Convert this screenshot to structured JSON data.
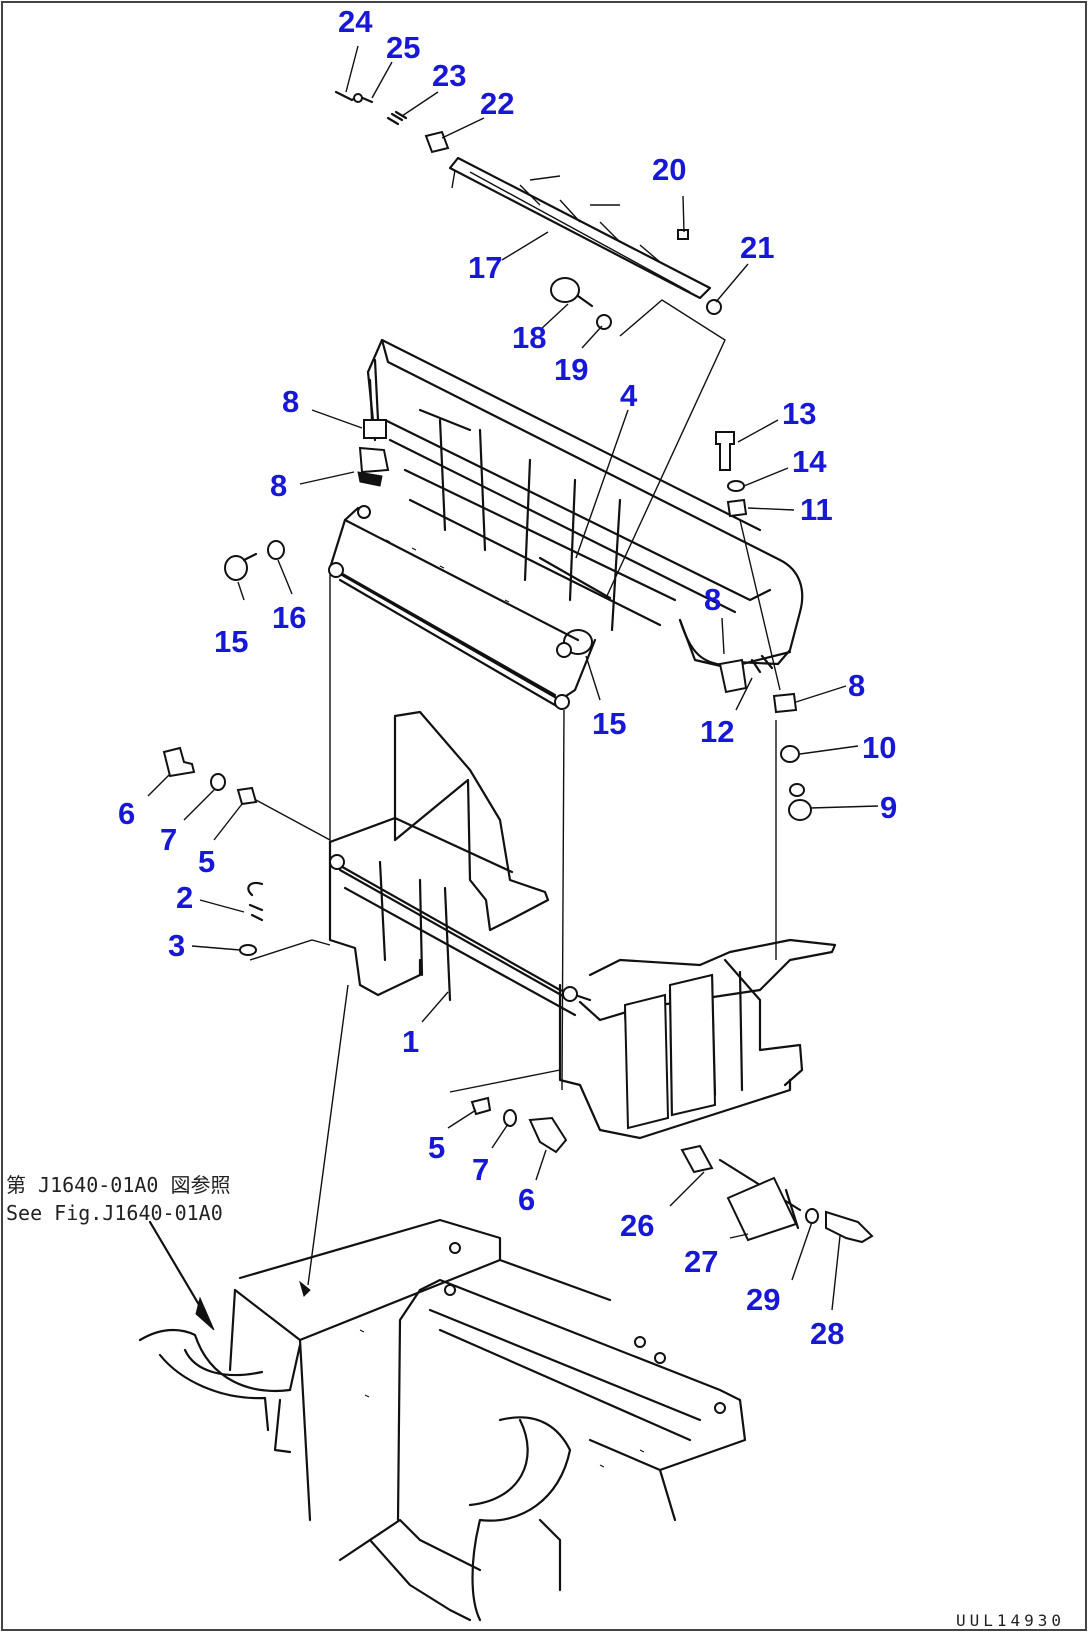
{
  "labels": [
    {
      "id": "24",
      "text": "24"
    },
    {
      "id": "25",
      "text": "25"
    },
    {
      "id": "23",
      "text": "23"
    },
    {
      "id": "22",
      "text": "22"
    },
    {
      "id": "20",
      "text": "20"
    },
    {
      "id": "17",
      "text": "17"
    },
    {
      "id": "21",
      "text": "21"
    },
    {
      "id": "18",
      "text": "18"
    },
    {
      "id": "19",
      "text": "19"
    },
    {
      "id": "8a",
      "text": "8"
    },
    {
      "id": "4",
      "text": "4"
    },
    {
      "id": "13",
      "text": "13"
    },
    {
      "id": "14",
      "text": "14"
    },
    {
      "id": "8b",
      "text": "8"
    },
    {
      "id": "11",
      "text": "11"
    },
    {
      "id": "15a",
      "text": "15"
    },
    {
      "id": "16",
      "text": "16"
    },
    {
      "id": "8c",
      "text": "8"
    },
    {
      "id": "15b",
      "text": "15"
    },
    {
      "id": "12",
      "text": "12"
    },
    {
      "id": "8d",
      "text": "8"
    },
    {
      "id": "10",
      "text": "10"
    },
    {
      "id": "9",
      "text": "9"
    },
    {
      "id": "6a",
      "text": "6"
    },
    {
      "id": "7a",
      "text": "7"
    },
    {
      "id": "5a",
      "text": "5"
    },
    {
      "id": "2",
      "text": "2"
    },
    {
      "id": "3",
      "text": "3"
    },
    {
      "id": "1",
      "text": "1"
    },
    {
      "id": "5b",
      "text": "5"
    },
    {
      "id": "7b",
      "text": "7"
    },
    {
      "id": "6b",
      "text": "6"
    },
    {
      "id": "26",
      "text": "26"
    },
    {
      "id": "27",
      "text": "27"
    },
    {
      "id": "29",
      "text": "29"
    },
    {
      "id": "28",
      "text": "28"
    }
  ],
  "reference_note": {
    "line1": "第 J1640-01A0 図参照",
    "line2": "See Fig.J1640-01A0"
  },
  "drawing_code": "UUL14930",
  "colors": {
    "label": "#1717d6",
    "line": "#111111",
    "background": "#ffffff"
  }
}
